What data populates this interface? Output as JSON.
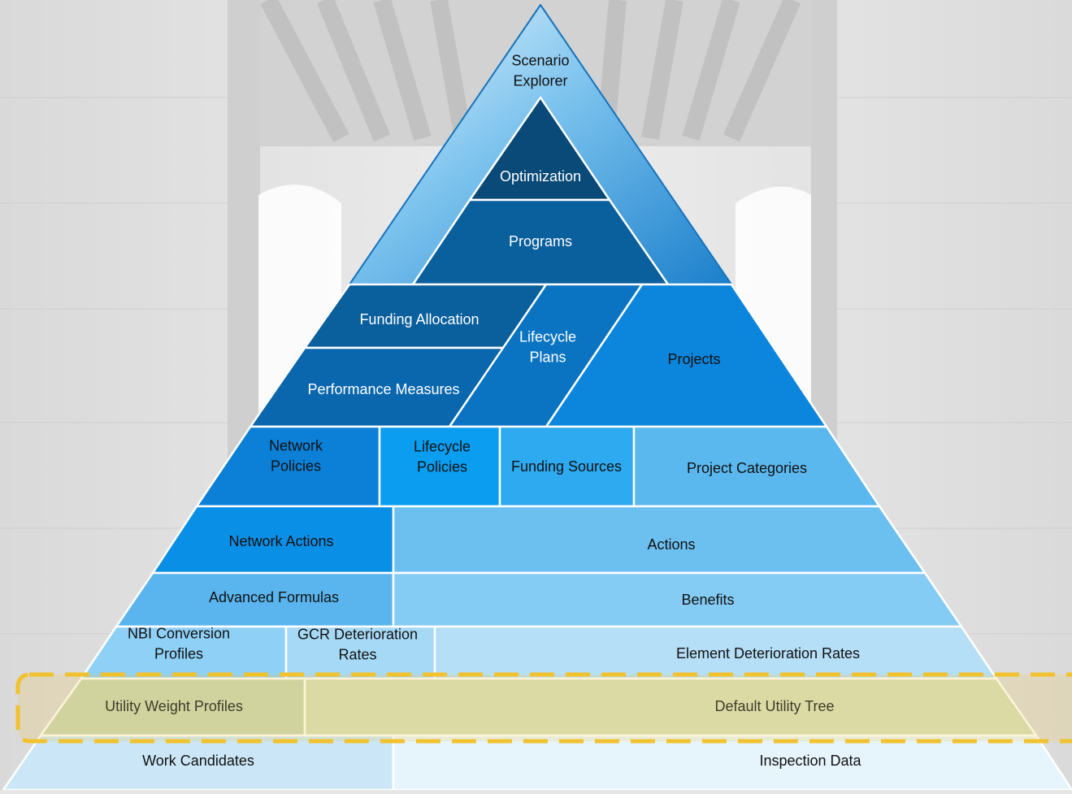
{
  "pyramid": {
    "tiers": {
      "scenario_explorer": [
        "Scenario",
        "Explorer"
      ],
      "optimization": [
        "Optimization"
      ],
      "programs": [
        "Programs"
      ],
      "funding_allocation": [
        "Funding Allocation"
      ],
      "performance_measures": [
        "Performance Measures"
      ],
      "lifecycle_plans": [
        "Lifecycle",
        "Plans"
      ],
      "projects": [
        "Projects"
      ],
      "network_policies": [
        "Network",
        "Policies"
      ],
      "lifecycle_policies": [
        "Lifecycle",
        "Policies"
      ],
      "funding_sources": [
        "Funding Sources"
      ],
      "project_categories": [
        "Project Categories"
      ],
      "network_actions": [
        "Network Actions"
      ],
      "actions": [
        "Actions"
      ],
      "advanced_formulas": [
        "Advanced Formulas"
      ],
      "benefits": [
        "Benefits"
      ],
      "nbi_conversion_profiles": [
        "NBI Conversion",
        "Profiles"
      ],
      "gcr_deterioration_rates": [
        "GCR Deterioration",
        "Rates"
      ],
      "element_deterioration_rates": [
        "Element Deterioration Rates"
      ],
      "utility_weight_profiles": [
        "Utility Weight Profiles"
      ],
      "default_utility_tree": [
        "Default Utility Tree"
      ],
      "work_candidates": [
        "Work Candidates"
      ],
      "inspection_data": [
        "Inspection Data"
      ]
    },
    "highlight": {
      "color": "#f2c12e",
      "label_color": "#3d3d2a"
    },
    "colors": {
      "darkest": "#0a4a78",
      "dark": "#0a5f9d",
      "mid": "#0b74c2",
      "bright": "#0a9df0",
      "light": "#5bb8ef",
      "lighter": "#85ccf5",
      "pale": "#b5def7",
      "palest": "#dcf0fb"
    }
  }
}
